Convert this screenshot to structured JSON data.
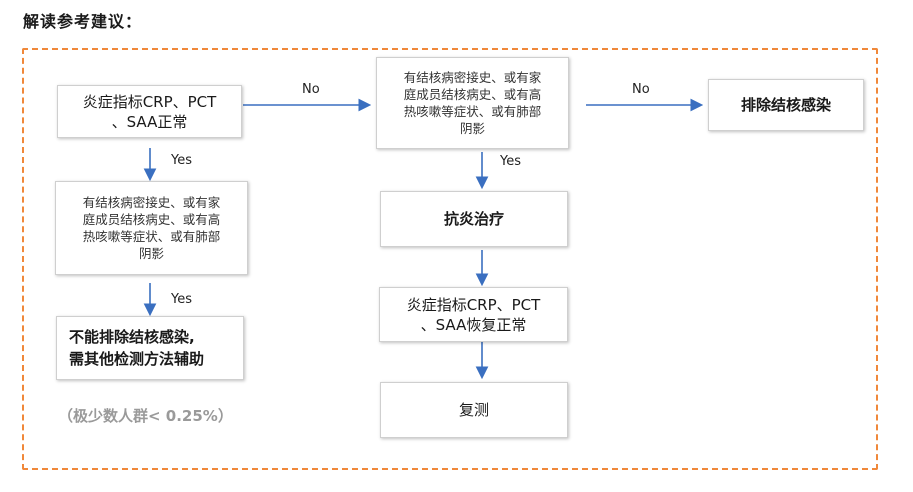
{
  "title": "解读参考建议：",
  "nodes": {
    "start": "炎症指标CRP、PCT\n、SAA正常",
    "history_left": "有结核病密接史、或有家\n庭成员结核病史、或有高\n热咳嗽等症状、或有肺部\n阴影",
    "cannot_exclude": "不能排除结核感染,\n需其他检测方法辅助",
    "history_mid": "有结核病密接史、或有家\n庭成员结核病史、或有高\n热咳嗽等症状、或有肺部\n阴影",
    "exclude": "排除结核感染",
    "anti_inflammatory": "抗炎治疗",
    "recovered": "炎症指标CRP、PCT\n、SAA恢复正常",
    "retest": "复测"
  },
  "edges": {
    "start_to_mid": "No",
    "mid_to_exclude": "No",
    "start_to_left": "Yes",
    "left_to_cannot": "Yes",
    "mid_to_anti": "Yes"
  },
  "note": "（极少数人群< 0.25%）",
  "colors": {
    "arrow": "#3a6fc0",
    "frame": "#f0883a"
  }
}
